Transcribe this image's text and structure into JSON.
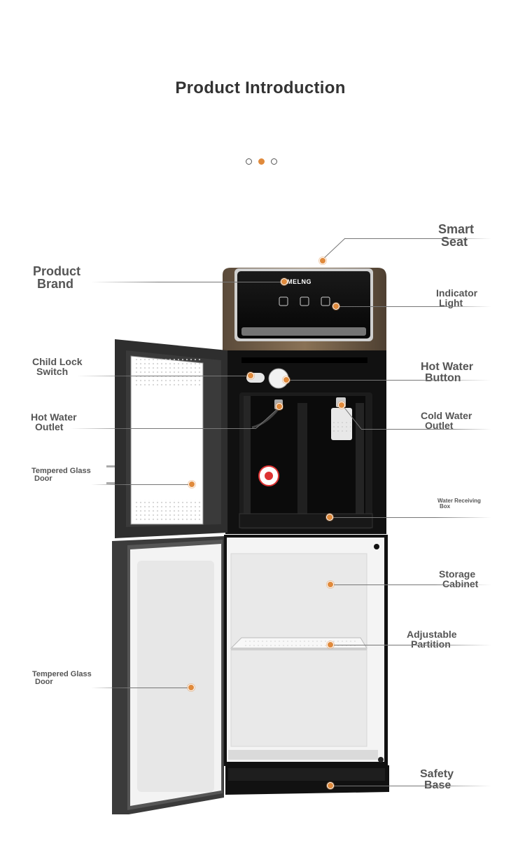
{
  "page": {
    "title": "Product Introduction"
  },
  "carousel": {
    "total": 3,
    "active": 1
  },
  "product": {
    "brand_logo": "MELNG"
  },
  "labels": [
    {
      "id": "smart-seat",
      "lines": [
        "Smart",
        "Seat"
      ]
    },
    {
      "id": "product-brand",
      "lines": [
        "Product",
        "Brand"
      ]
    },
    {
      "id": "indicator-light",
      "lines": [
        "Indicator",
        "Light"
      ]
    },
    {
      "id": "child-lock-switch",
      "lines": [
        "Child Lock",
        "Switch"
      ]
    },
    {
      "id": "hot-water-button",
      "lines": [
        "Hot Water",
        "Button"
      ]
    },
    {
      "id": "hot-water-outlet",
      "lines": [
        "Hot Water",
        "Outlet"
      ]
    },
    {
      "id": "cold-water-outlet",
      "lines": [
        "Cold Water",
        "Outlet"
      ]
    },
    {
      "id": "tempered-glass-door-upper",
      "lines": [
        "Tempered Glass",
        "Door"
      ]
    },
    {
      "id": "water-receiving-box",
      "lines": [
        "Water Receiving",
        "Box"
      ]
    },
    {
      "id": "storage-cabinet",
      "lines": [
        "Storage",
        "Cabinet"
      ]
    },
    {
      "id": "adjustable-partition",
      "lines": [
        "Adjustable",
        "Partition"
      ]
    },
    {
      "id": "tempered-glass-door-lower",
      "lines": [
        "Tempered Glass",
        "Door"
      ]
    },
    {
      "id": "safety-base",
      "lines": [
        "Safety",
        "Base"
      ]
    }
  ]
}
